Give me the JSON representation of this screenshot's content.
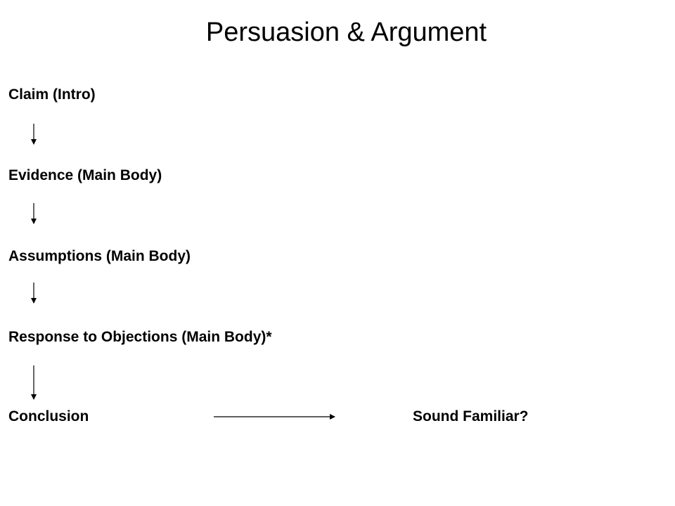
{
  "slide": {
    "title": "Persuasion & Argument",
    "steps": [
      "Claim (Intro)",
      "Evidence (Main Body)",
      "Assumptions (Main Body)",
      "Response to Objections (Main Body)*",
      "Conclusion"
    ],
    "result_label": "Sound Familiar?"
  }
}
